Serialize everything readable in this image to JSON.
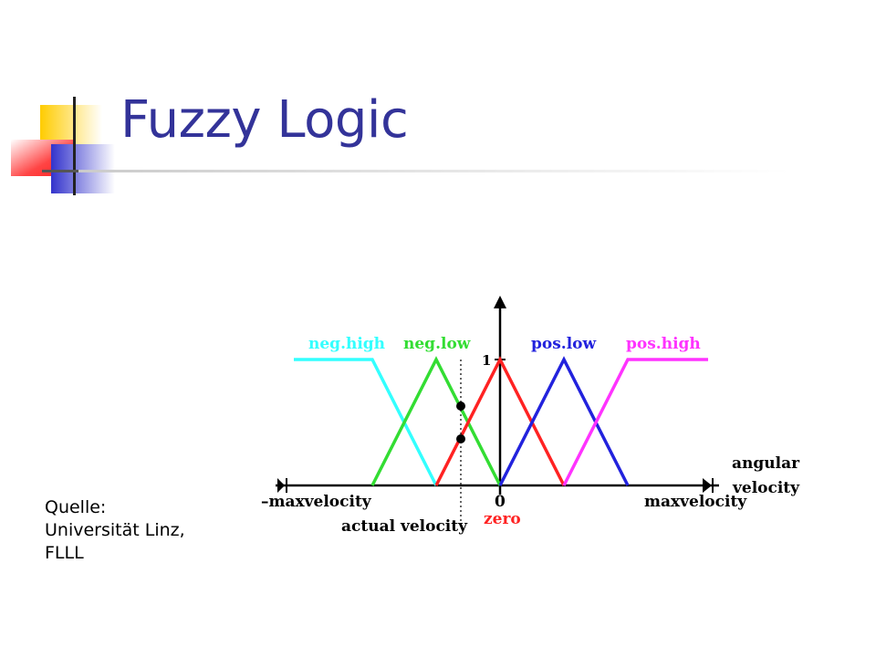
{
  "slide": {
    "title": "Fuzzy Logic",
    "source_lines": [
      "Quelle:",
      "Universität Linz,",
      "FLLL"
    ]
  },
  "diagram": {
    "membership_sets": [
      {
        "label": "neg.high",
        "color": "#33ffff"
      },
      {
        "label": "neg.low",
        "color": "#33dd33"
      },
      {
        "label": "pos.low",
        "color": "#2222dd"
      },
      {
        "label": "pos.high",
        "color": "#ff33ff"
      }
    ],
    "zero_set": {
      "label": "zero",
      "color": "#ff2222"
    },
    "y_tick": "1",
    "axis_labels": {
      "left": "–maxvelocity",
      "origin": "0",
      "right": "maxvelocity",
      "axis_title_line1": "angular",
      "axis_title_line2": "velocity",
      "marker": "actual velocity"
    }
  },
  "colors": {
    "title": "#333399",
    "deco_yellow": "#ffcc00",
    "deco_red": "#ff3333",
    "deco_blue": "#3333cc"
  }
}
